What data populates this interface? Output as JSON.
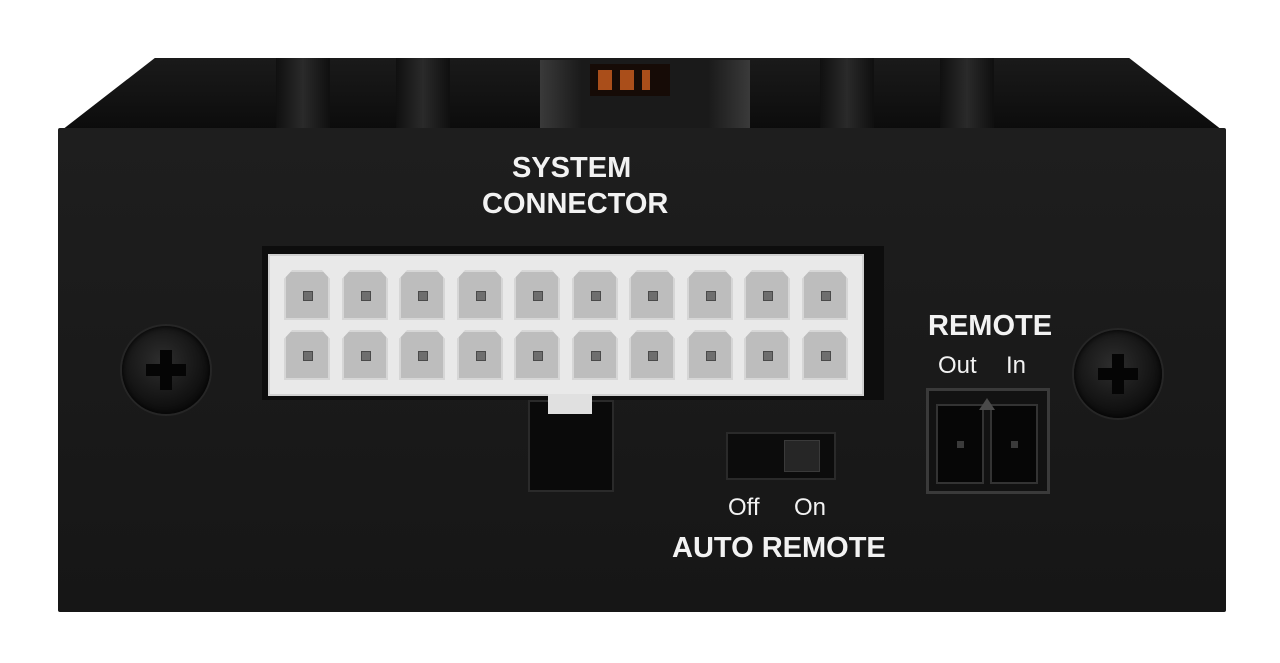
{
  "panel_labels": {
    "system_connector_line1": "SYSTEM",
    "system_connector_line2": "CONNECTOR",
    "remote": "REMOTE",
    "remote_out": "Out",
    "remote_in": "In",
    "switch_off": "Off",
    "switch_on": "On",
    "auto_remote": "AUTO REMOTE"
  },
  "colors": {
    "panel": "#1b1b1b",
    "connector": "#e9e9e9",
    "text": "#f2f2f2",
    "display_led": "#c45a1e"
  },
  "icons": {
    "screw_left": "phillips-screw-icon",
    "screw_right": "phillips-screw-icon"
  }
}
